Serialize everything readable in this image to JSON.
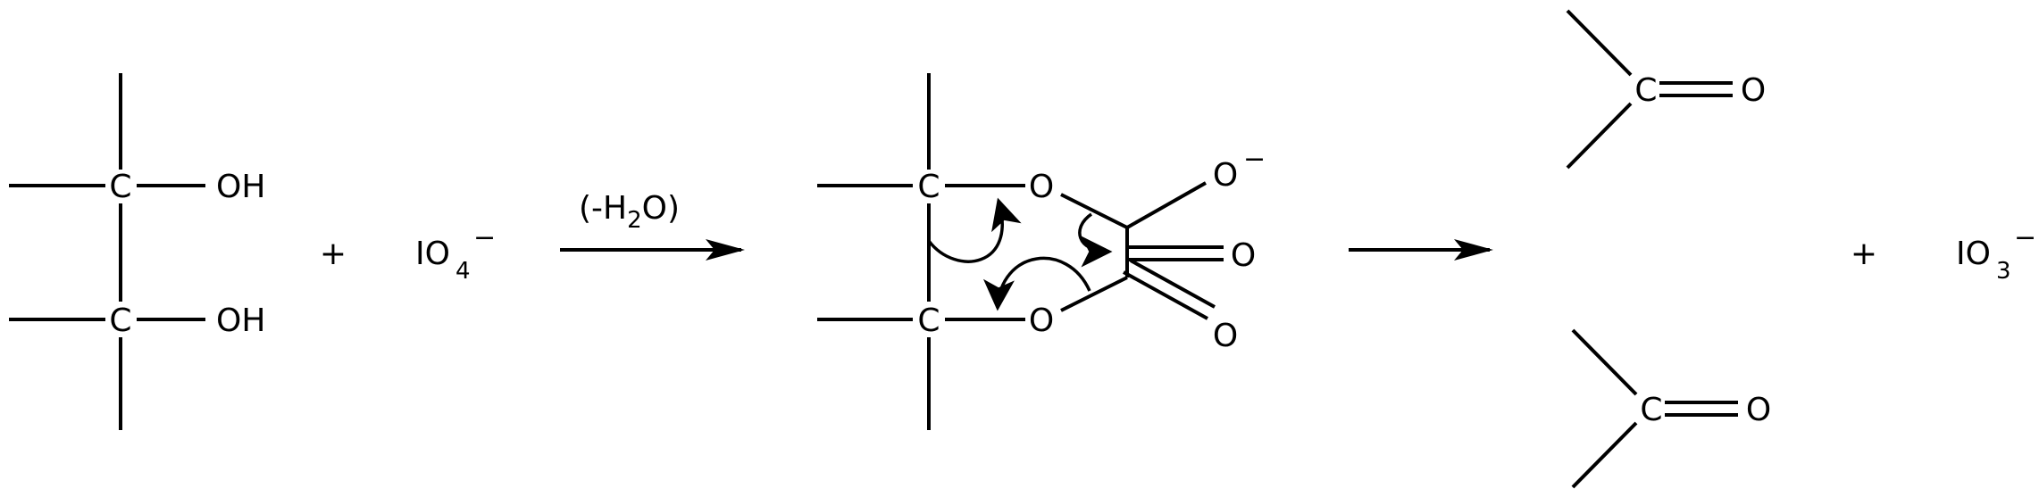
{
  "reactant_diol": {
    "c_top": "C",
    "c_bottom": "C",
    "oh_top": "OH",
    "oh_bottom": "OH"
  },
  "plus_1": "+",
  "periodate": {
    "symbol": "IO",
    "subscript": "4",
    "charge": "−"
  },
  "condition": {
    "open": "(-H",
    "subscript": "2",
    "close": "O)"
  },
  "intermediate": {
    "c_top": "C",
    "c_bottom": "C",
    "o_top": "O",
    "o_bottom": "O",
    "o_minus": "O",
    "o_minus_charge": "−",
    "o_double_1": "O",
    "o_double_2": "O"
  },
  "product_top": {
    "c": "C",
    "o": "O"
  },
  "product_bottom": {
    "c": "C",
    "o": "O"
  },
  "plus_2": "+",
  "iodate": {
    "symbol": "IO",
    "subscript": "3",
    "charge": "−"
  }
}
